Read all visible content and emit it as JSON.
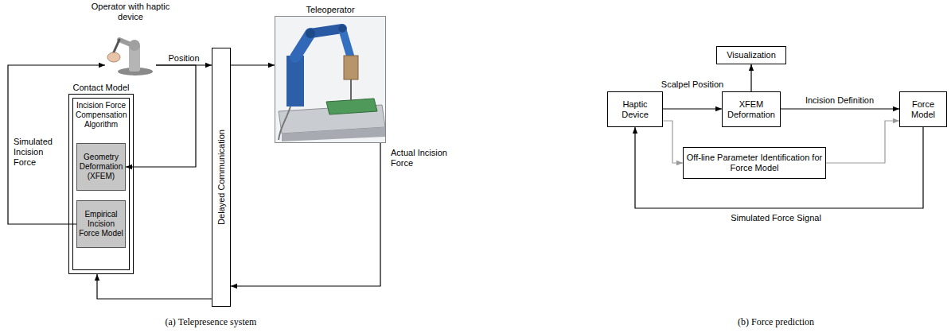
{
  "diagram": {
    "nodes": [
      {
        "text": [
          "Operator with haptic device"
        ]
      },
      {
        "text": [
          "Contact Model"
        ]
      },
      {
        "text": [
          "Incision Force Compensation Algorithm"
        ],
        "in": 1
      },
      {
        "text": [
          "Geometry Deformation (XFEM)"
        ],
        "in": 2
      },
      {
        "text": [
          "Empirical Incision Force Model"
        ],
        "in": 2
      },
      {
        "text": [
          "Delayed Communication"
        ]
      },
      {
        "text": [
          "Teleoperator"
        ]
      },
      {
        "text": [
          "Haptic Device"
        ]
      },
      {
        "text": [
          "Visualization"
        ]
      },
      {
        "text": [
          "XFEM Deformation"
        ]
      },
      {
        "text": [
          "Off-line Parameter Identification for Force Model"
        ]
      },
      {
        "text": [
          "Force Model"
        ]
      }
    ],
    "edges": [
      {
        "from": 0,
        "to": 5,
        "label": "Position",
        "arrow": "to"
      },
      {
        "from": 0,
        "to": 3,
        "arrow": "to"
      },
      {
        "from": 5,
        "to": 6,
        "arrow": "to"
      },
      {
        "from": 6,
        "to": 5,
        "label": "Actual Incision Force",
        "arrow": "to"
      },
      {
        "from": 5,
        "to": 1,
        "arrow": "to"
      },
      {
        "from": 4,
        "to": 0,
        "label": "Simulated Incision Force",
        "arrow": "to"
      },
      {
        "from": 7,
        "to": 9,
        "label": "Scalpel Position",
        "arrow": "to"
      },
      {
        "from": 9,
        "to": 8,
        "arrow": "to"
      },
      {
        "from": 9,
        "to": 11,
        "label": "Incision Definition",
        "arrow": "to"
      },
      {
        "from": 7,
        "to": 10,
        "arrow": "to"
      },
      {
        "from": 10,
        "to": 11,
        "arrow": "to"
      },
      {
        "from": 11,
        "to": 7,
        "label": "Simulated Force Signal",
        "arrow": "to"
      }
    ],
    "labels": [
      "(a) Telepresence system",
      "(b) Force prediction"
    ]
  }
}
